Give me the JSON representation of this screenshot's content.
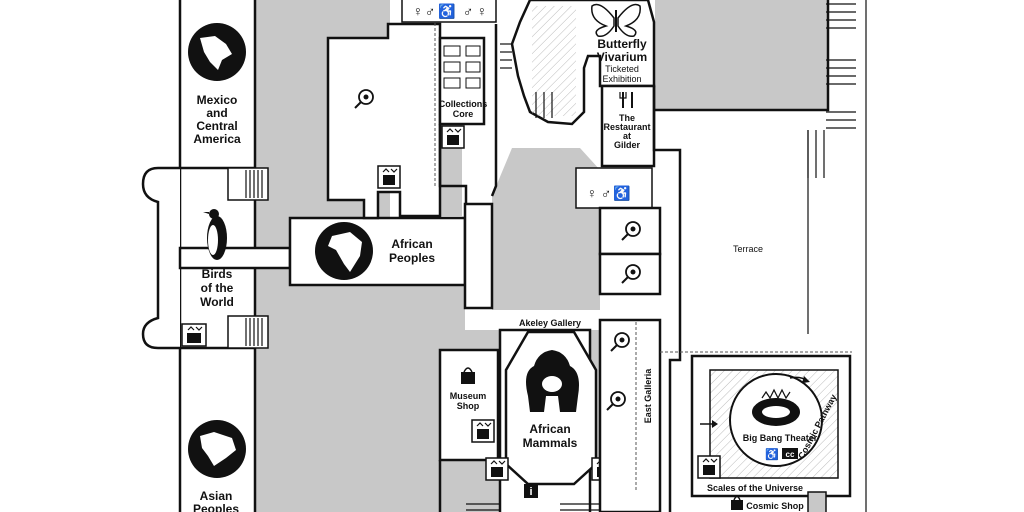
{
  "halls": {
    "mexico": "Mexico and Central America",
    "mexico_lines": [
      "Mexico",
      "and",
      "Central",
      "America"
    ],
    "birds_lines": [
      "Birds",
      "of the",
      "World"
    ],
    "asian_lines": [
      "Asian",
      "Peoples"
    ],
    "african_peoples_lines": [
      "African",
      "Peoples"
    ],
    "african_mammals_lines": [
      "African",
      "Mammals"
    ],
    "butterfly_lines": [
      "Butterfly",
      "Vivarium"
    ],
    "butterfly_sub_lines": [
      "Ticketed",
      "Exhibition"
    ],
    "collections_lines": [
      "Collections",
      "Core"
    ],
    "restaurant_lines": [
      "The",
      "Restaurant",
      "at",
      "Gilder"
    ],
    "museum_shop_lines": [
      "Museum",
      "Shop"
    ],
    "akeley": "Akeley Gallery",
    "east_galleria": "East Galleria",
    "terrace": "Terrace",
    "big_bang": "Big Bang Theater",
    "cosmic_pathway": "Cosmic Pathway",
    "scales": "Scales of the Universe",
    "cosmic_shop": "Cosmic Shop",
    "cc_badge": "cc"
  },
  "icons": [
    "restroom-women-icon",
    "restroom-men-icon",
    "accessible-icon",
    "elevator-icon",
    "explore-magnifier-icon",
    "dining-icon",
    "shopping-bag-icon",
    "info-icon",
    "butterfly-icon",
    "gorilla-icon",
    "penguin-icon",
    "globe-icon",
    "stairs-icon"
  ],
  "colors": {
    "wall": "#111111",
    "unused_space": "#c8c8c8",
    "background": "#ffffff"
  }
}
